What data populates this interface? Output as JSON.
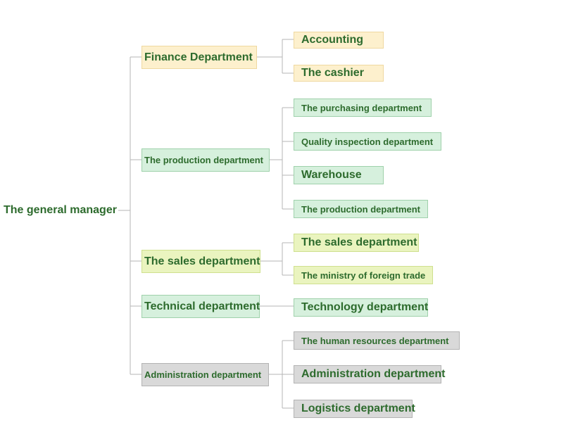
{
  "diagram": {
    "root": {
      "label": "The general manager"
    },
    "branches": [
      {
        "label": "Finance Department",
        "children": [
          {
            "label": "Accounting"
          },
          {
            "label": "The cashier"
          }
        ]
      },
      {
        "label": "The production department",
        "children": [
          {
            "label": "The purchasing department"
          },
          {
            "label": "Quality inspection department"
          },
          {
            "label": "Warehouse"
          },
          {
            "label": "The production department"
          }
        ]
      },
      {
        "label": "The sales department",
        "children": [
          {
            "label": "The sales department"
          },
          {
            "label": "The ministry of foreign trade"
          }
        ]
      },
      {
        "label": "Technical department",
        "children": [
          {
            "label": "Technology department"
          }
        ]
      },
      {
        "label": "Administration department",
        "children": [
          {
            "label": "The human resources department"
          },
          {
            "label": "Administration department"
          },
          {
            "label": "Logistics department"
          }
        ]
      }
    ],
    "colors": {
      "text": "#2d6b2d",
      "connector": "#b5b5b5",
      "finance_fill": "#fdf0cd",
      "finance_border": "#efd8a0",
      "production_fill": "#d6f0dd",
      "production_border": "#9fd1ab",
      "sales_fill": "#eaf4bf",
      "sales_border": "#cfe08e",
      "technical_fill": "#d6f0dd",
      "technical_border": "#9fd1ab",
      "admin_fill": "#d9d9d9",
      "admin_border": "#b3b3b3"
    }
  }
}
